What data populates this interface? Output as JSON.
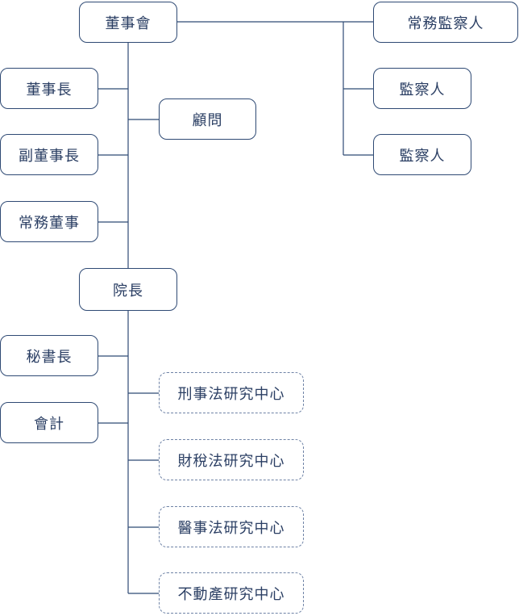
{
  "org_chart": {
    "board": "董事會",
    "chairman": "董事長",
    "vice_chairman": "副董事長",
    "managing_director": "常務董事",
    "advisor": "顧問",
    "standing_supervisor": "常務監察人",
    "supervisor_1": "監察人",
    "supervisor_2": "監察人",
    "president": "院長",
    "secretary_general": "秘書長",
    "accounting": "會計",
    "centers": [
      "刑事法研究中心",
      "財稅法研究中心",
      "醫事法研究中心",
      "不動產研究中心"
    ]
  },
  "colors": {
    "line": "#2f4a74",
    "text": "#2a3e63",
    "dashed_border": "#6f83a6"
  }
}
